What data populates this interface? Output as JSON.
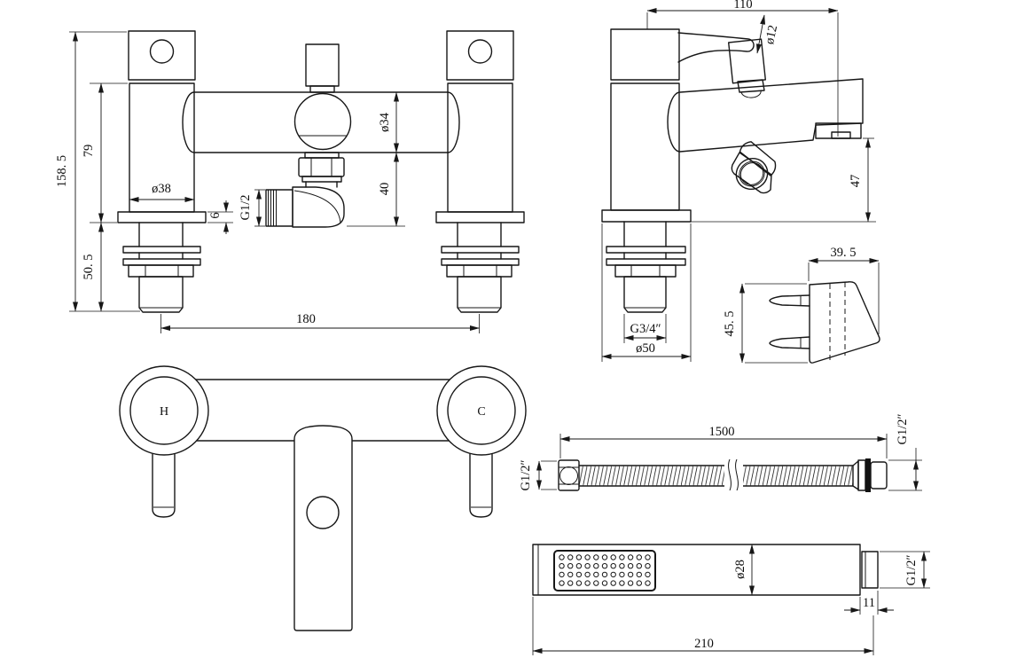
{
  "drawing": {
    "colors": {
      "line": "#171717",
      "background": "#ffffff"
    },
    "front_view": {
      "dims": {
        "overall_height": "158. 5",
        "body_height": "79",
        "shank_length": "50. 5",
        "pillar_diameter": "ø38",
        "flange_thickness": "6",
        "outlet_thread": "G1/2",
        "body_diameter": "ø34",
        "outlet_drop": "40",
        "inlet_centres": "180"
      }
    },
    "side_view": {
      "dims": {
        "depth": "110",
        "handle_diameter": "ø12",
        "spout_clearance": "47",
        "shank_thread": "G3/4″",
        "flange_diameter": "ø50"
      }
    },
    "bracket_view": {
      "dims": {
        "width": "39. 5",
        "height": "45. 5"
      }
    },
    "plan_view": {
      "hot_label": "H",
      "cold_label": "C"
    },
    "hose_view": {
      "dims": {
        "length": "1500",
        "left_thread": "G1/2″",
        "right_thread": "G1/2″"
      }
    },
    "handset_view": {
      "dims": {
        "length": "210",
        "head_diameter": "ø28",
        "connector_length": "11",
        "thread": "G1/2″"
      }
    }
  }
}
